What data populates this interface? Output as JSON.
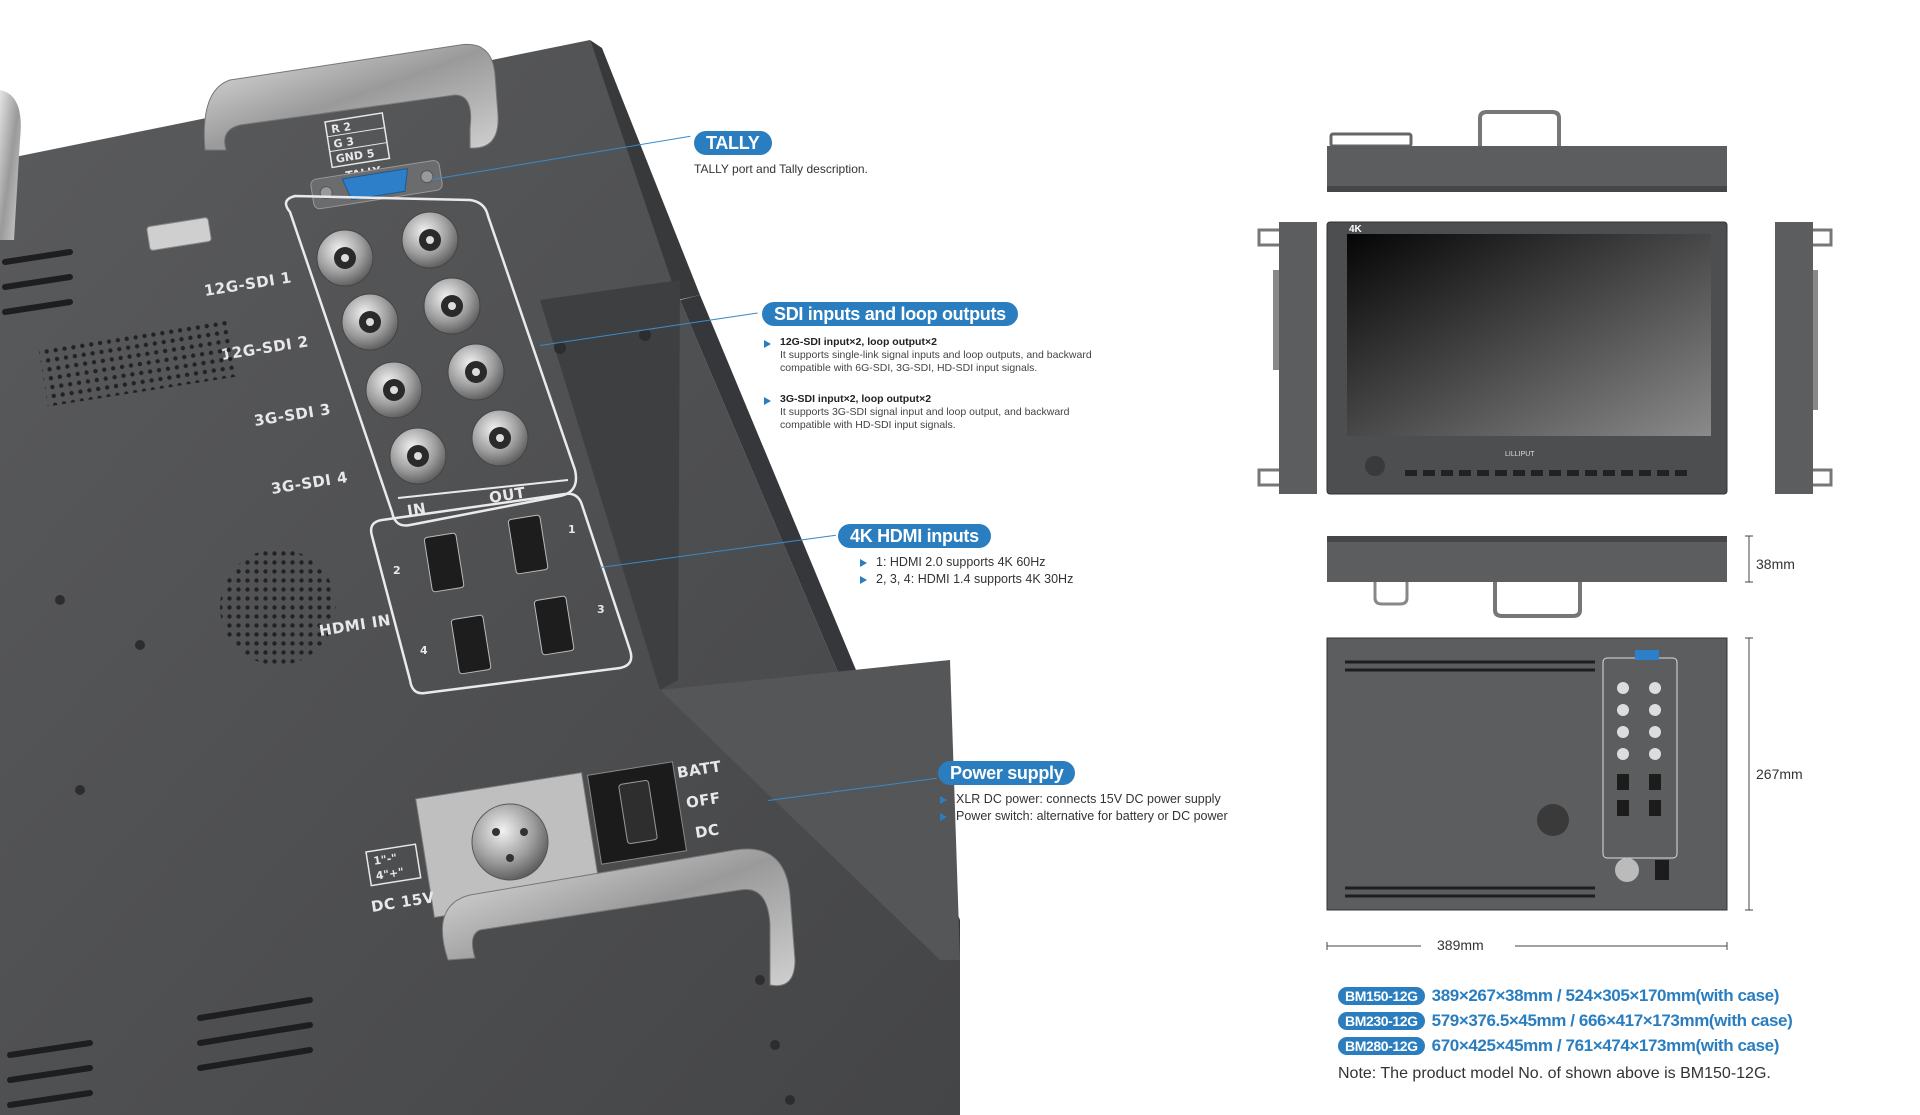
{
  "device": {
    "tally_labels": [
      "R  2",
      "G  3",
      "GND  5",
      "TALLY"
    ],
    "sdi_labels": [
      "12G-SDI 1",
      "12G-SDI 2",
      "3G-SDI 3",
      "3G-SDI 4"
    ],
    "in_label": "IN",
    "out_label": "OUT",
    "hdmi_label": "HDMI IN",
    "hdmi_ports": [
      "1",
      "2",
      "3",
      "4"
    ],
    "switch_labels": [
      "BATT",
      "OFF",
      "DC"
    ],
    "dc_label": "DC 15V",
    "dc_pins": [
      "1\"-\"",
      "4\"+\""
    ]
  },
  "callouts": {
    "tally": {
      "title": "TALLY",
      "desc": "TALLY port and Tally description."
    },
    "sdi": {
      "title": "SDI inputs and loop outputs",
      "items": [
        {
          "heading": "12G-SDI input×2, loop output×2",
          "text": "It supports single-link signal inputs and loop outputs, and  backward compatible with 6G-SDI, 3G-SDI, HD-SDI input signals."
        },
        {
          "heading": "3G-SDI input×2, loop output×2",
          "text": "It supports 3G-SDI signal input and loop output, and backward compatible with HD-SDI input signals."
        }
      ]
    },
    "hdmi": {
      "title": "4K HDMI inputs",
      "items": [
        "1: HDMI 2.0 supports 4K 60Hz",
        "2, 3, 4: HDMI 1.4 supports 4K 30Hz"
      ]
    },
    "power": {
      "title": "Power supply",
      "items": [
        "XLR DC power: connects 15V DC power supply",
        "Power switch: alternative for battery or DC power"
      ]
    }
  },
  "drawings": {
    "front_badge": "4K",
    "front_brand": "LILLIPUT",
    "dims": {
      "depth": "38mm",
      "height": "267mm",
      "width": "389mm"
    }
  },
  "specs": [
    {
      "model": "BM150-12G",
      "dims": "389×267×38mm / 524×305×170mm(with case)"
    },
    {
      "model": "BM230-12G",
      "dims": "579×376.5×45mm / 666×417×173mm(with case)"
    },
    {
      "model": "BM280-12G",
      "dims": "670×425×45mm / 761×474×173mm(with case)"
    }
  ],
  "note": "Note: The product model No. of shown above is BM150-12G.",
  "colors": {
    "accent": "#2a7ec0",
    "panel": "#4e4f51",
    "panel_dark": "#3b3c3e",
    "white": "#ffffff"
  }
}
